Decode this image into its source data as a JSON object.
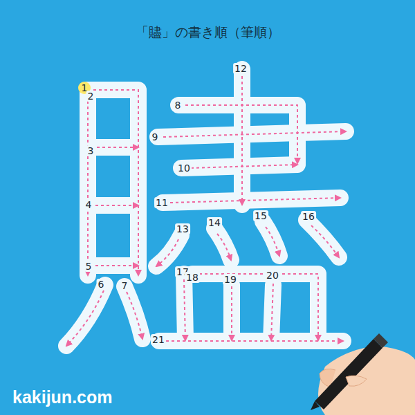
{
  "diagram": {
    "title": "「贐」の書き順（筆順）",
    "labels": [
      "1",
      "2",
      "3",
      "4",
      "5",
      "6",
      "7",
      "8",
      "9",
      "10",
      "11",
      "12",
      "13",
      "14",
      "15",
      "16",
      "17",
      "18",
      "19",
      "20",
      "21",
      "kakijun.com"
    ]
  }
}
